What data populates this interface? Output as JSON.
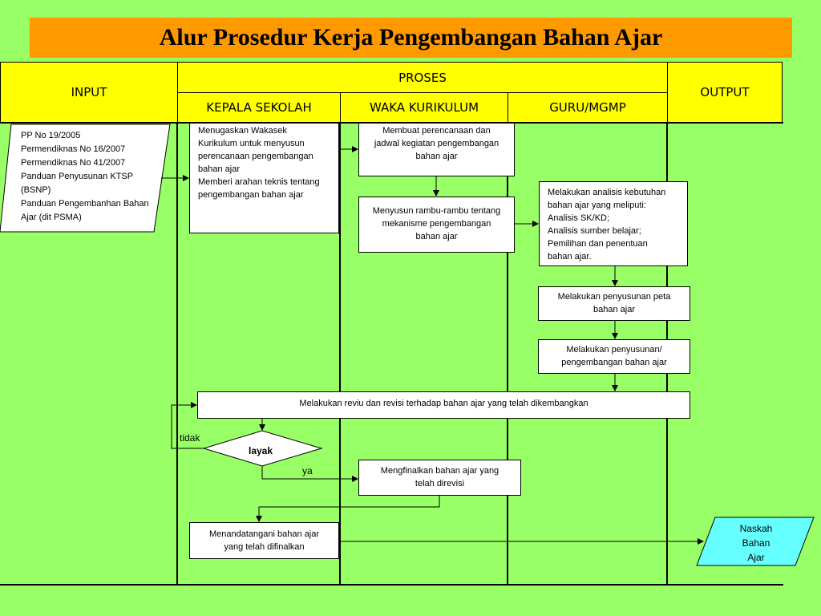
{
  "title": "Alur Prosedur Kerja Pengembangan Bahan Ajar",
  "headers": {
    "input": "INPUT",
    "proses": "PROSES",
    "output": "OUTPUT",
    "kepala": "KEPALA SEKOLAH",
    "waka": "WAKA KURIKULUM",
    "guru": "GURU/MGMP"
  },
  "input_doc": {
    "lines": [
      "PP No 19/2005",
      "Permendiknas No 16/2007",
      "Permendiknas No 41/2007",
      "Panduan Penyusunan KTSP",
      "(BSNP)",
      "Panduan Pengembanhan Bahan",
      "Ajar (dit PSMA)"
    ]
  },
  "nodes": {
    "menugaskan": [
      "Menugaskan Wakasek",
      "Kurikulum untuk menyusun",
      "perencanaan pengembangan",
      "bahan ajar",
      "Memberi arahan teknis tentang",
      "pengembangan bahan ajar"
    ],
    "membuat": [
      "Membuat perencanaan dan",
      "jadwal kegiatan pengembangan",
      "bahan ajar"
    ],
    "menyusun": [
      "Menyusun rambu-rambu tentang",
      "mekanisme pengembangan",
      "bahan ajar"
    ],
    "analisis": [
      "Melakukan analisis kebutuhan",
      "bahan ajar yang meliputi:",
      "Analisis SK/KD;",
      "Analisis sumber belajar;",
      "Pemilihan dan penentuan",
      "bahan ajar."
    ],
    "peta": [
      "Melakukan penyusunan peta",
      "bahan ajar"
    ],
    "pengembangan": [
      "Melakukan penyusunan/",
      "pengembangan bahan ajar"
    ],
    "reviu": "Melakukan reviu dan revisi terhadap bahan ajar yang telah dikembangkan",
    "layak": "layak",
    "tidak": "tidak",
    "ya": "ya",
    "finalisasi": [
      "Mengfinalkan bahan ajar yang",
      "telah direvisi"
    ],
    "menandatangani": [
      "Menandatangani bahan ajar",
      "yang telah difinalkan"
    ],
    "output": [
      "Naskah",
      "Bahan",
      "Ajar"
    ]
  },
  "colors": {
    "background": "#99ff66",
    "title_bar": "#ff9900",
    "header": "#ffff00",
    "output_doc": "#66ffff"
  }
}
